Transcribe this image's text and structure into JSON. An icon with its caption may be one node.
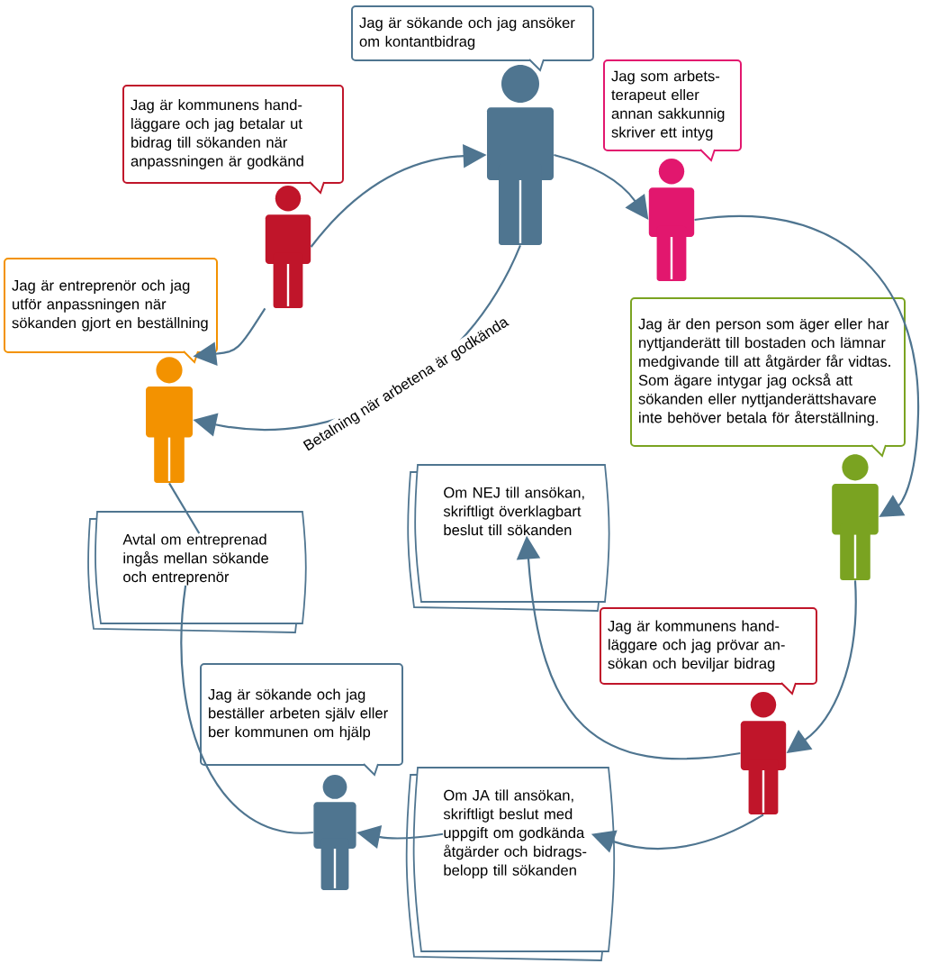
{
  "diagram": {
    "nodes": [
      {
        "text": [
          "Jag är sökande och jag ansöker om kontantbidrag"
        ]
      },
      {
        "text": [],
        "shape": "person"
      },
      {
        "text": [
          "Jag är kommunens hand- läggare och jag betalar ut bidrag till sökanden när anpassningen är godkänd"
        ]
      },
      {
        "text": [],
        "shape": "person"
      },
      {
        "text": [
          "Jag som arbets- terapeut eller annan sakkunnig skriver ett intyg"
        ]
      },
      {
        "text": [],
        "shape": "person"
      },
      {
        "text": [
          "Jag är entreprenör och jag utför anpassningen när sökanden gjort en beställning"
        ]
      },
      {
        "text": [],
        "shape": "person"
      },
      {
        "text": [
          "Jag är den person som äger eller har nyttjanderätt till bostaden och lämnar medgivande till att åtgärder får vidtas. Som ägare intygar jag också att sökanden eller nyttjanderättshavare inte behöver betala för återställning."
        ]
      },
      {
        "text": [],
        "shape": "person"
      },
      {
        "text": [
          "Om NEJ till ansökan, skriftligt överklagbart beslut till sökanden"
        ]
      },
      {
        "text": [
          "Avtal om entreprenad ingås mellan sökande och entreprenör"
        ]
      },
      {
        "text": [
          "Jag är kommunens hand- läggare och jag prövar an- sökan och beviljar bidrag"
        ]
      },
      {
        "text": [],
        "shape": "person"
      },
      {
        "text": [
          "Jag är sökande och jag beställer arbeten själv eller ber kommunen om hjälp"
        ]
      },
      {
        "text": [],
        "shape": "person"
      },
      {
        "text": [
          "Om JA till ansökan, skriftligt beslut med uppgift om godkända åtgärder och bidrags- belopp till sökanden"
        ]
      }
    ],
    "edges": [
      {
        "from": 1,
        "to": 5,
        "arrow": "to"
      },
      {
        "from": 5,
        "to": 9,
        "arrow": "to"
      },
      {
        "from": 9,
        "to": 13,
        "arrow": "to"
      },
      {
        "from": 13,
        "to": 16,
        "arrow": "to"
      },
      {
        "from": 13,
        "to": 10,
        "arrow": "to"
      },
      {
        "from": 16,
        "to": 15,
        "arrow": "to"
      },
      {
        "from": 15,
        "to": 11,
        "arrow": "none"
      },
      {
        "from": 11,
        "to": 7,
        "arrow": "none"
      },
      {
        "from": 3,
        "to": 7,
        "arrow": "to"
      },
      {
        "from": 3,
        "to": 1,
        "arrow": "to"
      },
      {
        "from": 1,
        "to": 7,
        "arrow": "to",
        "label": "Betalning när arbetena är godkända"
      }
    ]
  }
}
